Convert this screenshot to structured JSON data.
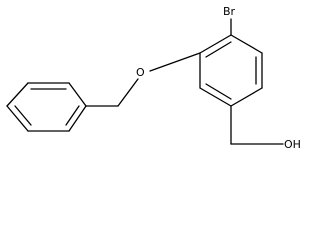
{
  "molecule": {
    "atoms": {
      "bromine": "Br",
      "ether_oxygen": "O",
      "hydroxyl": "OH"
    },
    "colors": {
      "bond": "#000000",
      "label": "#000000",
      "background": "#ffffff"
    }
  }
}
